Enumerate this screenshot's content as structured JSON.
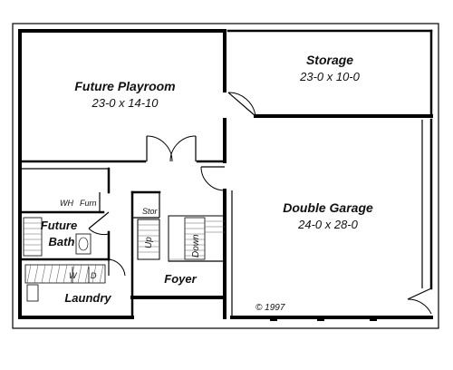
{
  "rooms": {
    "playroom": {
      "name": "Future Playroom",
      "dims": "23-0 x 14-10"
    },
    "storage": {
      "name": "Storage",
      "dims": "23-0 x 10-0"
    },
    "garage": {
      "name": "Double Garage",
      "dims": "24-0 x 28-0"
    },
    "bath": {
      "name_line1": "Future",
      "name_line2": "Bath"
    },
    "laundry": {
      "name": "Laundry"
    },
    "foyer": {
      "name": "Foyer"
    }
  },
  "fixtures": {
    "wh": "WH",
    "furn": "Furn",
    "stor": "Stor",
    "up": "Up",
    "down": "Down",
    "washer": "W",
    "dryer": "D"
  },
  "copyright": "© 1997"
}
